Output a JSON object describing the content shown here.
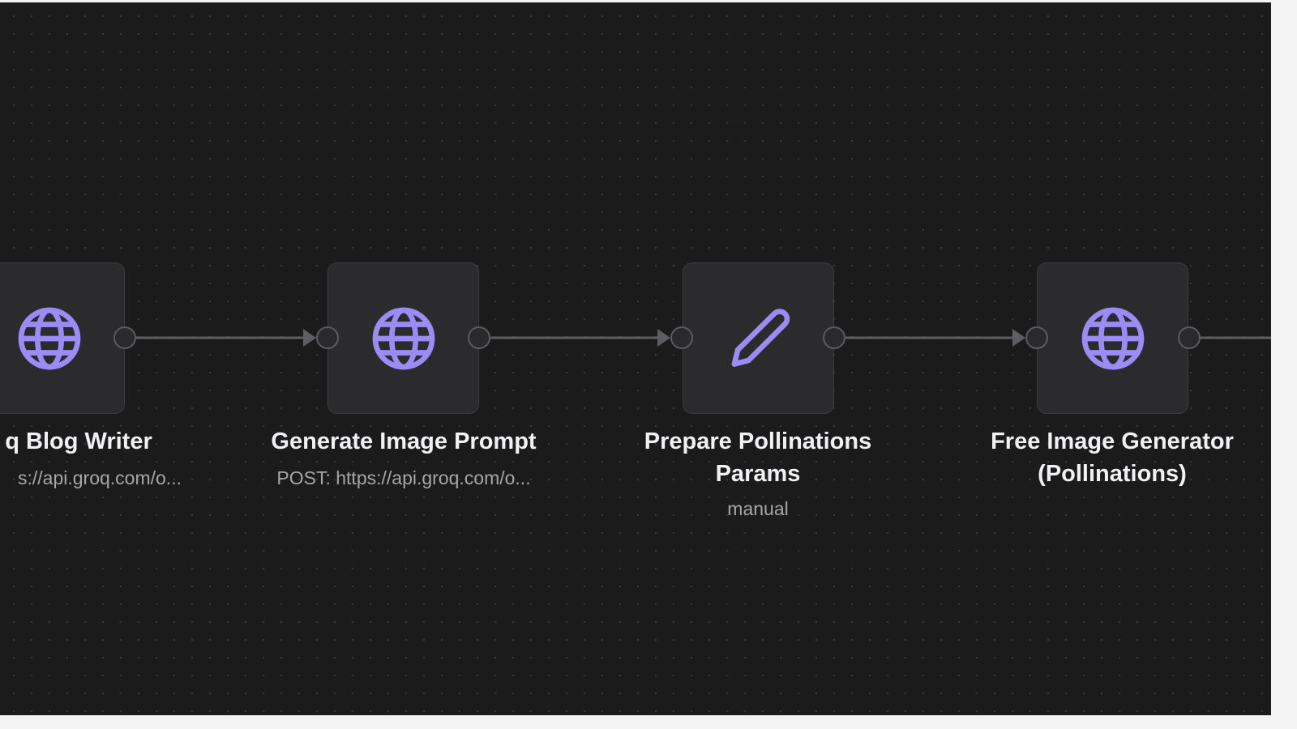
{
  "workflow": {
    "nodes": [
      {
        "title": "q Blog Writer",
        "subtitle": "s://api.groq.com/o...",
        "icon": "globe-icon"
      },
      {
        "title": "Generate Image Prompt",
        "subtitle": "POST: https://api.groq.com/o...",
        "icon": "globe-icon"
      },
      {
        "title_line1": "Prepare Pollinations",
        "title_line2": "Params",
        "subtitle": "manual",
        "icon": "pencil-icon"
      },
      {
        "title_line1": "Free Image Generator",
        "title_line2": "(Pollinations)",
        "icon": "globe-icon"
      }
    ]
  },
  "colors": {
    "canvas_background": "#1b1b1c",
    "node_background": "#2b2b2d",
    "icon_accent": "#9a8cf4",
    "edge": "#5e5e62"
  }
}
